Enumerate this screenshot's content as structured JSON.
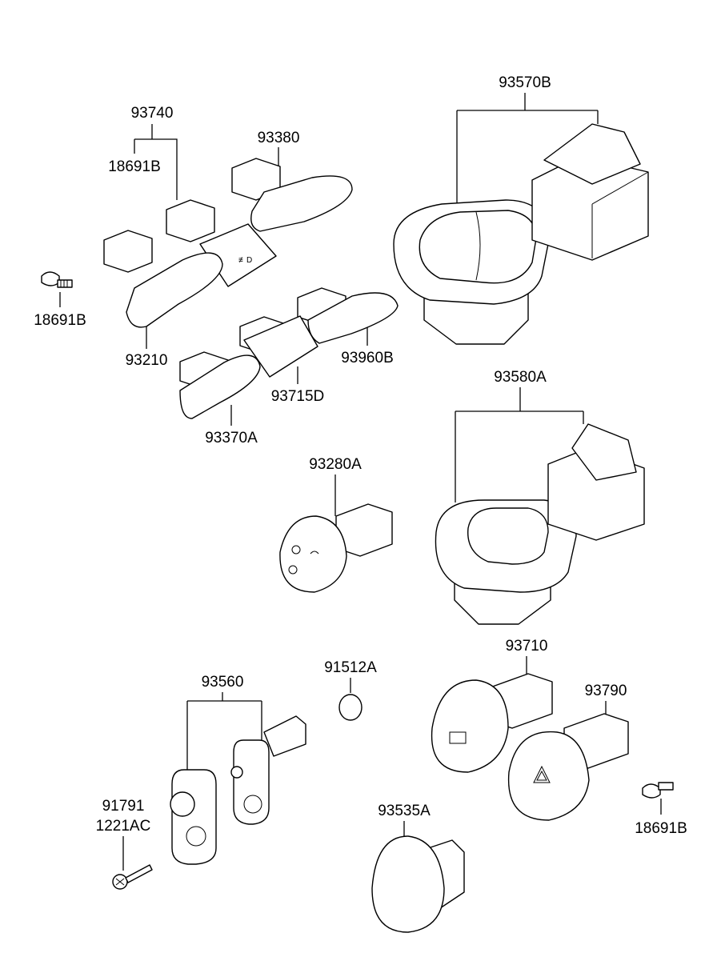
{
  "labels": {
    "p93740": "93740",
    "p18691B_a": "18691B",
    "p93380": "93380",
    "p18691B_b": "18691B",
    "p93210": "93210",
    "p93960B": "93960B",
    "p93715D": "93715D",
    "p93370A": "93370A",
    "p93570B": "93570B",
    "p93580A": "93580A",
    "p93280A": "93280A",
    "p93710": "93710",
    "p93790": "93790",
    "p91512A": "91512A",
    "p93560": "93560",
    "p91791": "91791",
    "p1221AC": "1221AC",
    "p93535A": "93535A",
    "p18691B_c": "18691B"
  }
}
